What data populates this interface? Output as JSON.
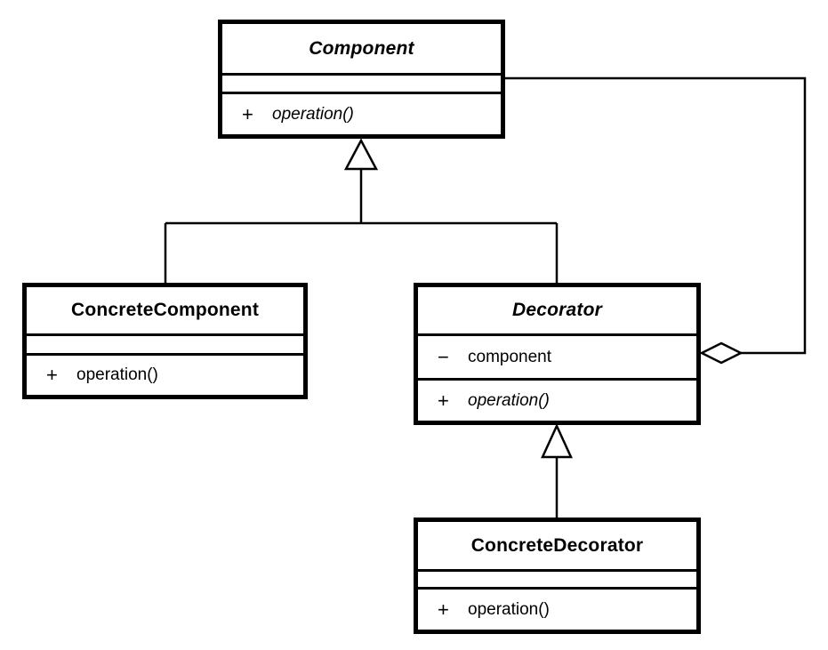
{
  "canvas": {
    "background": "#ffffff",
    "line_color": "#000000"
  },
  "classes": {
    "component": {
      "name": "Component",
      "op_vis": "+",
      "op": "operation()"
    },
    "concrete_component": {
      "name": "ConcreteComponent",
      "op_vis": "+",
      "op": "operation()"
    },
    "decorator": {
      "name": "Decorator",
      "attr_vis": "−",
      "attr": "component",
      "op_vis": "+",
      "op": "operation()"
    },
    "concrete_decorator": {
      "name": "ConcreteDecorator",
      "op_vis": "+",
      "op": "operation()"
    }
  },
  "relationships": [
    {
      "type": "generalization",
      "from": "ConcreteComponent",
      "to": "Component",
      "marker": "hollow-triangle"
    },
    {
      "type": "generalization",
      "from": "Decorator",
      "to": "Component",
      "marker": "hollow-triangle"
    },
    {
      "type": "generalization",
      "from": "ConcreteDecorator",
      "to": "Decorator",
      "marker": "hollow-triangle"
    },
    {
      "type": "aggregation",
      "from": "Decorator",
      "to": "Component",
      "marker": "hollow-diamond"
    }
  ]
}
